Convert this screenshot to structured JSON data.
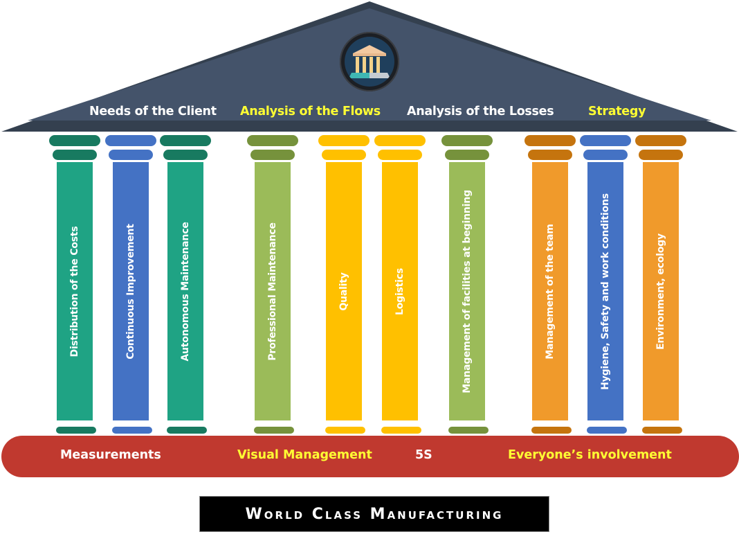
{
  "diagram": {
    "title": "World Class Manufacturing",
    "roof": {
      "icon": "temple-icon",
      "color": "#44536a",
      "labels": [
        {
          "text": "Needs of the Client",
          "color": "#ffffff"
        },
        {
          "text": "Analysis of the Flows",
          "color": "#ffff33"
        },
        {
          "text": "Analysis of the Losses",
          "color": "#ffffff"
        },
        {
          "text": "Strategy",
          "color": "#ffff33"
        }
      ]
    },
    "pillars": [
      {
        "label": "Distribution of the Costs",
        "shaft_color": "#1fa384",
        "cap_color": "#187a60"
      },
      {
        "label": "Continuous Improvement",
        "shaft_color": "#4472c4",
        "cap_color": "#4472c4"
      },
      {
        "label": "Autonomous Maintenance",
        "shaft_color": "#1fa384",
        "cap_color": "#187a60"
      },
      {
        "label": "Professional Maintenance",
        "shaft_color": "#9bbb59",
        "cap_color": "#76923c"
      },
      {
        "label": "Quality",
        "shaft_color": "#ffc000",
        "cap_color": "#ffc000"
      },
      {
        "label": "Logistics",
        "shaft_color": "#ffc000",
        "cap_color": "#ffc000"
      },
      {
        "label": "Management of facilities  at beginning",
        "shaft_color": "#9bbb59",
        "cap_color": "#76923c"
      },
      {
        "label": "Management of the team",
        "shaft_color": "#f09a2b",
        "cap_color": "#c5740e"
      },
      {
        "label": "Hygiene, Safety and work conditions",
        "shaft_color": "#4472c4",
        "cap_color": "#4472c4"
      },
      {
        "label": "Environment, ecology",
        "shaft_color": "#f09a2b",
        "cap_color": "#c5740e"
      }
    ],
    "foundation": {
      "color": "#c0392f",
      "labels": [
        {
          "text": "Measurements",
          "color": "#ffffff"
        },
        {
          "text": "Visual Management",
          "color": "#ffff33"
        },
        {
          "text": "5S",
          "color": "#ffffff"
        },
        {
          "text": "Everyone’s involvement",
          "color": "#ffff33"
        }
      ]
    }
  }
}
